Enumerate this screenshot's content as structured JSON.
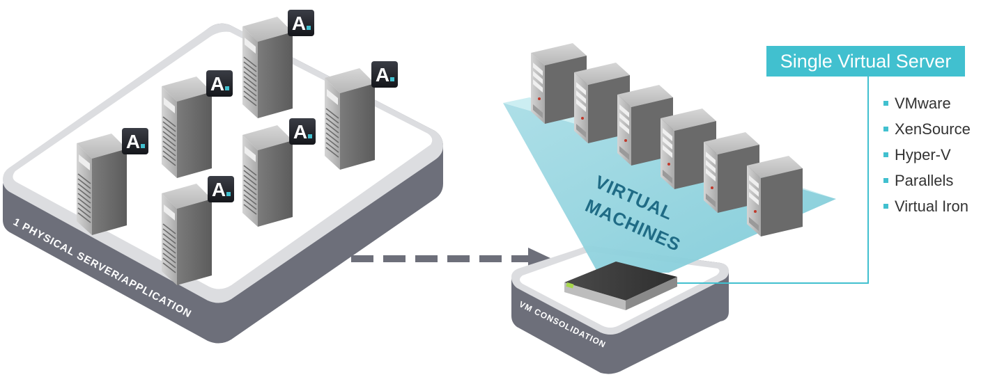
{
  "physical_platform": {
    "label": "1 PHYSICAL SERVER/APPLICATION"
  },
  "app_badge": {
    "letter": "A"
  },
  "virtual": {
    "line1": "VIRTUAL",
    "line2": "MACHINES"
  },
  "consolidation_platform": {
    "label": "VM CONSOLIDATION"
  },
  "single_virtual_server": {
    "title": "Single Virtual Server",
    "items": [
      "VMware",
      "XenSource",
      "Hyper-V",
      "Parallels",
      "Virtual Iron"
    ]
  },
  "colors": {
    "accent": "#41c0cf",
    "platform_dark": "#6d6f7a",
    "arrow": "#6d6f7a",
    "beam": "#b9e5ec"
  }
}
